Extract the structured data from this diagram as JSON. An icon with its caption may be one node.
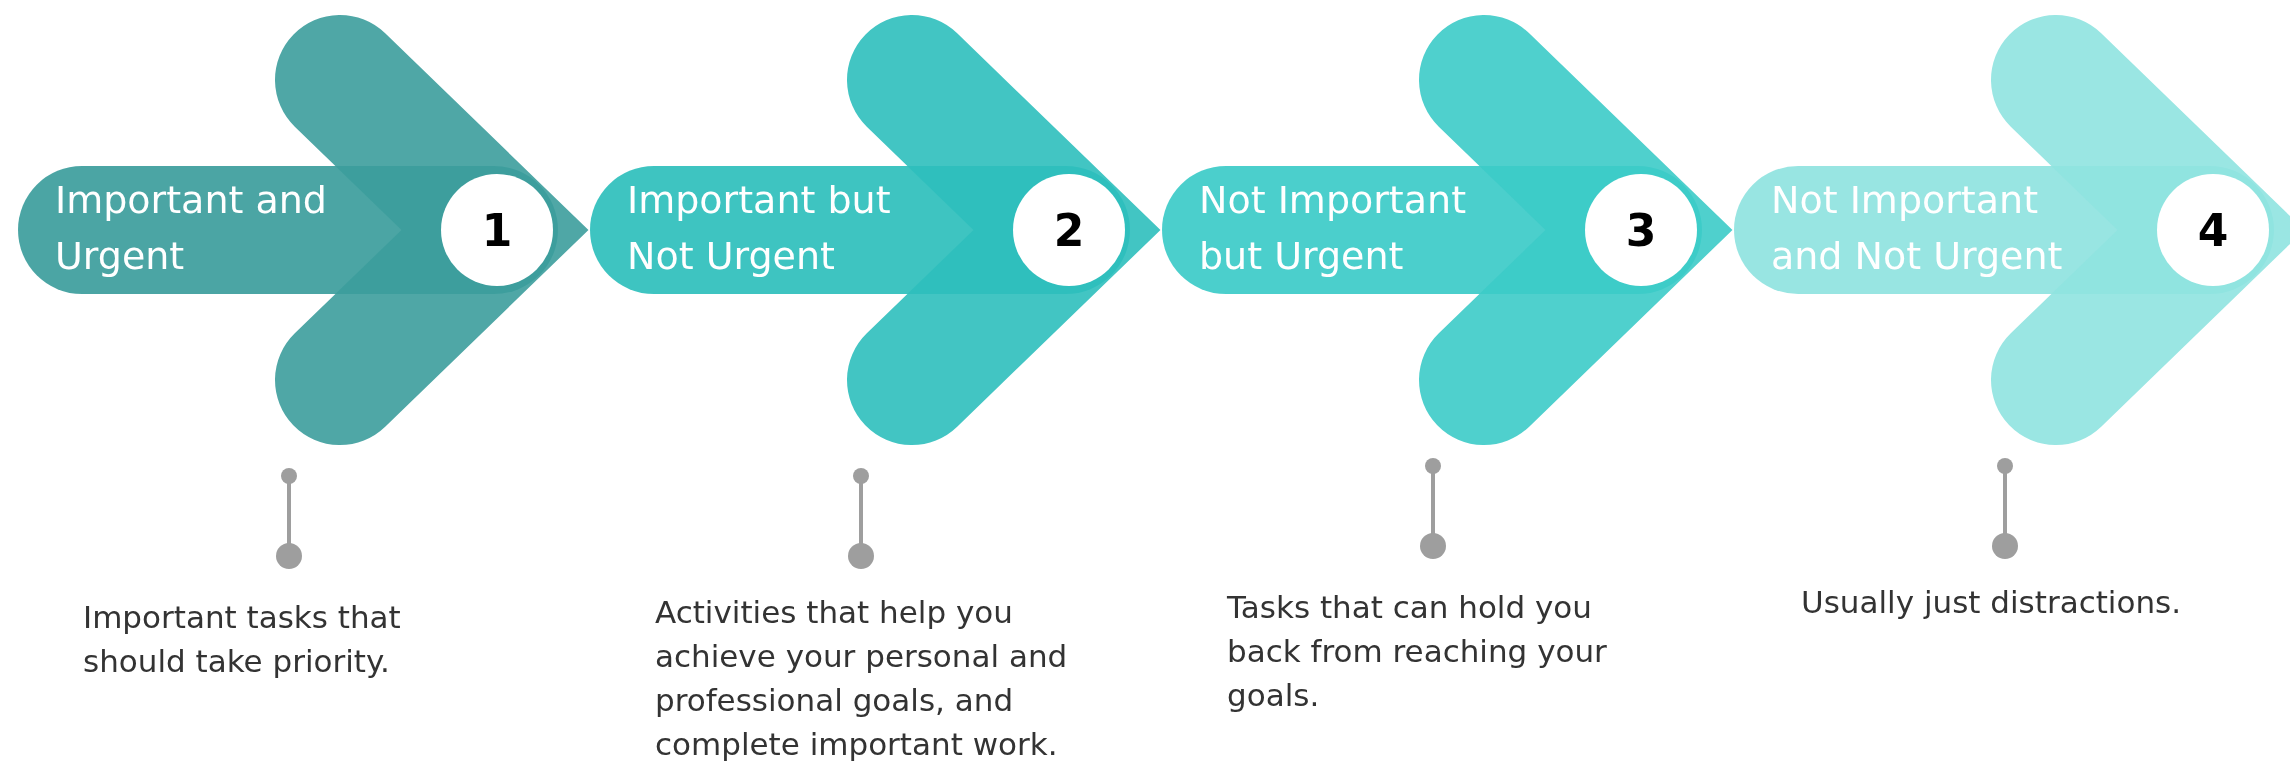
{
  "diagram": {
    "nodes": [
      {
        "text": [
          "Important and Urgent"
        ]
      },
      {
        "text": [
          "1"
        ],
        "in": 0
      },
      {
        "text": [
          "Important but Not Urgent"
        ]
      },
      {
        "text": [
          "2"
        ],
        "in": 2
      },
      {
        "text": [
          "Not Important but Urgent"
        ]
      },
      {
        "text": [
          "3"
        ],
        "in": 4
      },
      {
        "text": [
          "Not Important and Not Urgent"
        ]
      },
      {
        "text": [
          "4"
        ],
        "in": 6
      }
    ],
    "labels": [
      "Important tasks that should take priority.",
      "Activities that help you achieve your personal and professional goals, and complete important work.",
      "Tasks that can hold you back from reaching your goals.",
      "Usually just distractions."
    ]
  }
}
